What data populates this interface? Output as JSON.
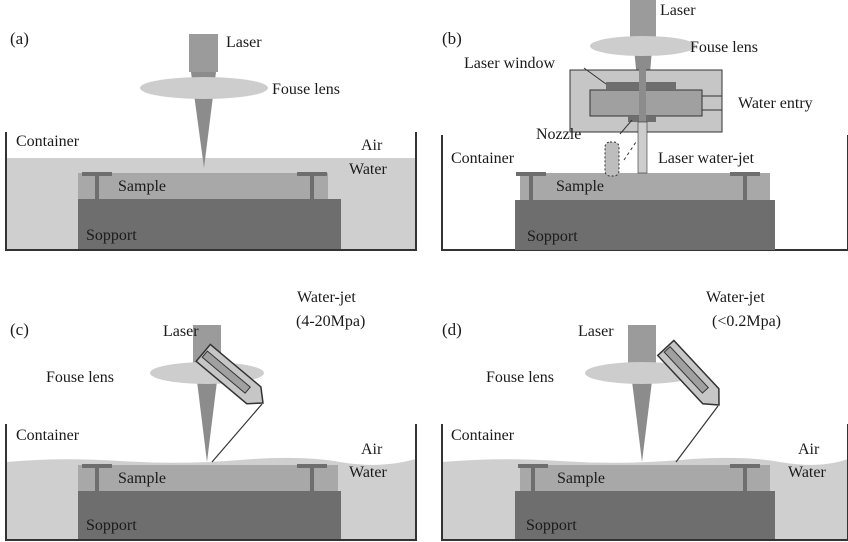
{
  "colors": {
    "water": "#cfcfcf",
    "sample": "#a8a8a8",
    "support": "#6e6e6e",
    "laser_head": "#9b9b9b",
    "lens": "#cdcdcd",
    "beam": "#8c8c8c",
    "outline": "#333333",
    "nozzle_body": "#c6c6c6",
    "nozzle_inner": "#a0a0a0"
  },
  "panels": [
    {
      "tag": "(a)",
      "labels": {
        "laser": "Laser",
        "lens": "Fouse lens",
        "container": "Container",
        "air": "Air",
        "water": "Water",
        "sample": "Sample",
        "support": "Sopport"
      }
    },
    {
      "tag": "(b)",
      "labels": {
        "laser": "Laser",
        "lens": "Fouse lens",
        "laser_window": "Laser window",
        "water_entry": "Water entry",
        "nozzle": "Nozzle",
        "container": "Container",
        "laser_water_jet": "Laser water-jet",
        "sample": "Sample",
        "support": "Sopport"
      }
    },
    {
      "tag": "(c)",
      "labels": {
        "laser": "Laser",
        "lens": "Fouse lens",
        "waterjet": "Water-jet",
        "pressure": "(4-20Mpa)",
        "container": "Container",
        "air": "Air",
        "water": "Water",
        "sample": "Sample",
        "support": "Sopport"
      }
    },
    {
      "tag": "(d)",
      "labels": {
        "laser": "Laser",
        "lens": "Fouse lens",
        "waterjet": "Water-jet",
        "pressure": "(<0.2Mpa)",
        "container": "Container",
        "air": "Air",
        "water": "Water",
        "sample": "Sample",
        "support": "Sopport"
      }
    }
  ]
}
